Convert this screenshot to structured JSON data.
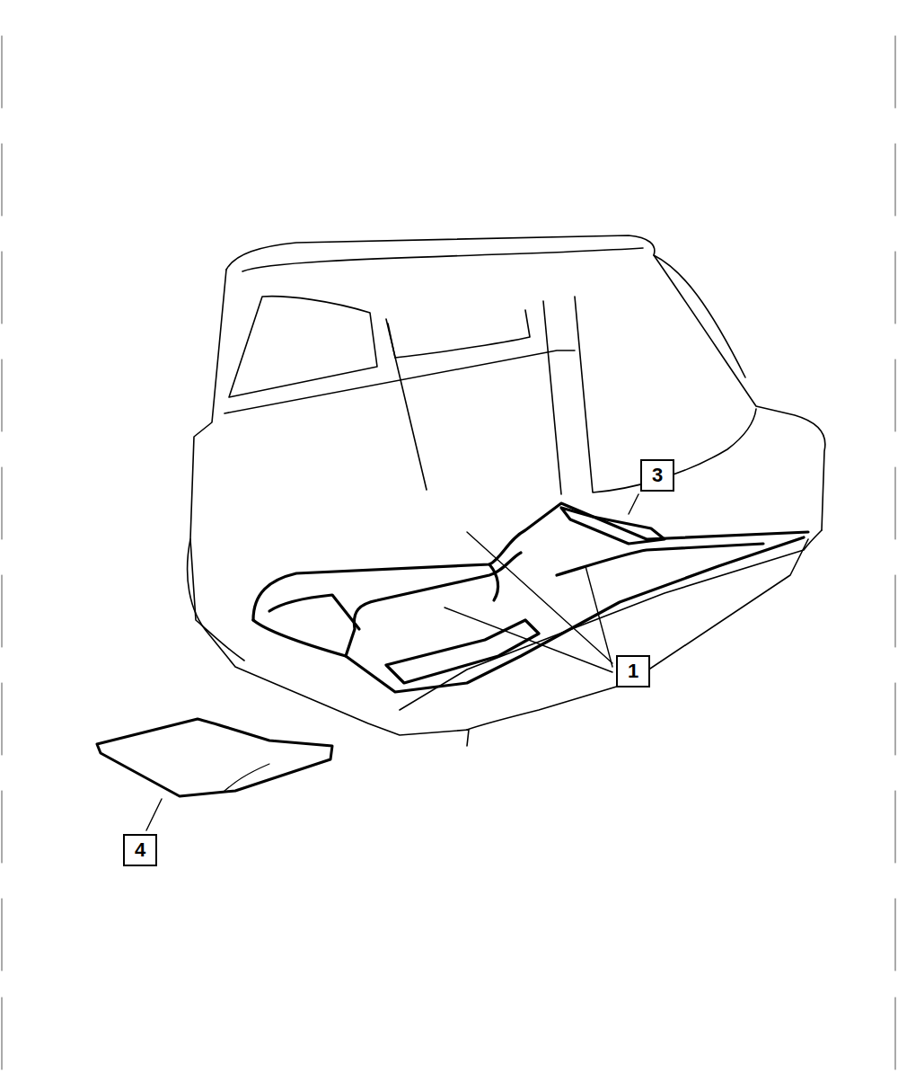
{
  "diagram": {
    "labels": [
      "3",
      "1",
      "4"
    ]
  }
}
